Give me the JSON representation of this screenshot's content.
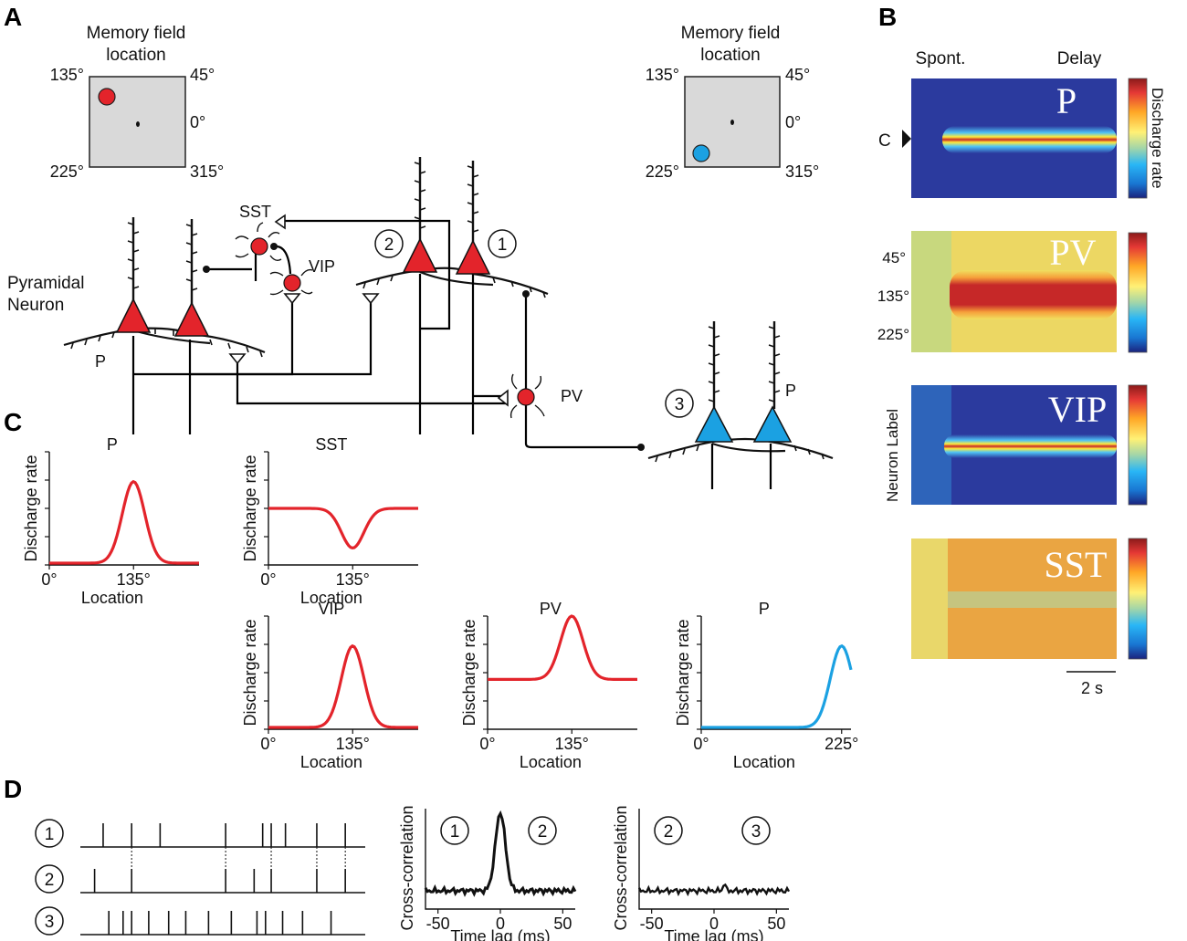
{
  "panels": {
    "a": "A",
    "b": "B",
    "c": "C",
    "d": "D"
  },
  "colors": {
    "excitatory_red": "#e3242b",
    "inhibitory_red": "#e3242b",
    "blue": "#1ba1e2",
    "box_gray": "#d9d9d9"
  },
  "panel_a": {
    "memory_field_title_line1": "Memory field",
    "memory_field_title_line2": "location",
    "angles": {
      "a135": "135°",
      "a45": "45°",
      "a0": "0°",
      "a225": "225°",
      "a315": "315°"
    },
    "pyramidal_label_line1": "Pyramidal",
    "pyramidal_label_line2": "Neuron",
    "p_label": "P",
    "sst": "SST",
    "vip": "VIP",
    "pv": "PV",
    "n1": "1",
    "n2": "2",
    "n3": "3"
  },
  "panel_b": {
    "spont": "Spont.",
    "delay": "Delay",
    "c_marker": "C",
    "colorbar_label": "Discharge rate",
    "ylabels": {
      "l45": "45°",
      "l135": "135°",
      "l225": "225°"
    },
    "neuron_label": "Neuron Label",
    "heatmap_labels": [
      "P",
      "PV",
      "VIP",
      "SST"
    ],
    "scale_bar": "2 s"
  },
  "chart_data": [
    {
      "type": "line",
      "title": "P",
      "xlabel": "Location",
      "ylabel": "Discharge rate",
      "xticks": [
        "0°",
        "135°"
      ],
      "peak_at": 135,
      "shape": "peak",
      "color": "#e3242b"
    },
    {
      "type": "line",
      "title": "SST",
      "xlabel": "Location",
      "ylabel": "Discharge rate",
      "xticks": [
        "0°",
        "135°"
      ],
      "peak_at": 135,
      "shape": "dip",
      "color": "#e3242b"
    },
    {
      "type": "line",
      "title": "VIP",
      "xlabel": "Location",
      "ylabel": "Discharge rate",
      "xticks": [
        "0°",
        "135°"
      ],
      "peak_at": 135,
      "shape": "peak",
      "color": "#e3242b"
    },
    {
      "type": "line",
      "title": "PV",
      "xlabel": "Location",
      "ylabel": "Discharge rate",
      "xticks": [
        "0°",
        "135°"
      ],
      "peak_at": 135,
      "shape": "peak",
      "color": "#e3242b"
    },
    {
      "type": "line",
      "title": "P",
      "xlabel": "Location",
      "ylabel": "Discharge rate",
      "xticks": [
        "0°",
        "225°"
      ],
      "peak_at": 225,
      "shape": "peak",
      "color": "#1ba1e2"
    },
    {
      "type": "line",
      "title": "",
      "xlabel": "Time lag (ms)",
      "ylabel": "Cross-correlation",
      "xticks": [
        "-50",
        "0",
        "50"
      ],
      "pair": [
        "1",
        "2"
      ],
      "x": [
        -50,
        -5,
        0,
        5,
        50
      ],
      "shape": "peak_at_0"
    },
    {
      "type": "line",
      "title": "",
      "xlabel": "Time lag (ms)",
      "ylabel": "Cross-correlation",
      "xticks": [
        "-50",
        "0",
        "50"
      ],
      "pair": [
        "2",
        "3"
      ],
      "shape": "flat"
    }
  ],
  "panel_d": {
    "rasters": [
      {
        "label": "1",
        "spike_times": [
          0.08,
          0.18,
          0.28,
          0.51,
          0.64,
          0.67,
          0.72,
          0.83,
          0.93
        ]
      },
      {
        "label": "2",
        "spike_times": [
          0.05,
          0.18,
          0.51,
          0.61,
          0.67,
          0.83,
          0.93
        ]
      },
      {
        "label": "3",
        "spike_times": [
          0.1,
          0.15,
          0.18,
          0.24,
          0.31,
          0.37,
          0.45,
          0.53,
          0.62,
          0.65,
          0.71,
          0.78,
          0.88
        ]
      }
    ]
  }
}
